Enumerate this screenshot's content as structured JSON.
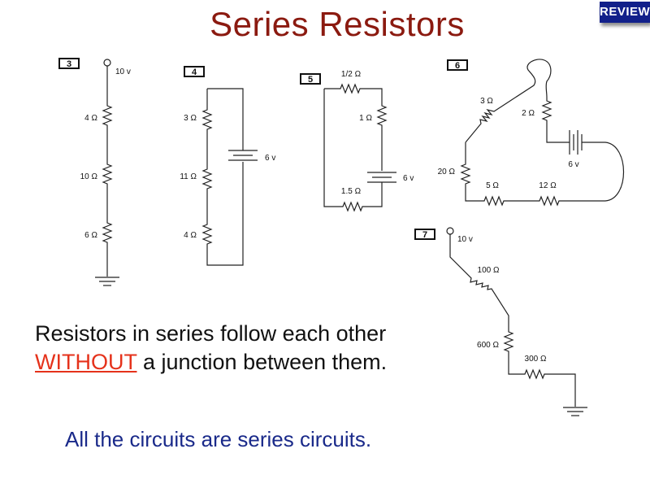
{
  "slide": {
    "title": "Series Resistors",
    "badge": "REVIEW",
    "statement_part1": "Resistors in series follow each other",
    "statement_emphasis": "WITHOUT",
    "statement_part2": " a junction between them.",
    "footer": "All the circuits are series circuits.",
    "colors": {
      "title": "#8b1a10",
      "emphasis": "#e5321b",
      "footer": "#1a2a8a",
      "badge": "#12208a"
    }
  },
  "circuits": {
    "c3": {
      "number": "3",
      "source": "10 v",
      "resistors": [
        "4 Ω",
        "10 Ω",
        "6 Ω"
      ],
      "terminal": "ground"
    },
    "c4": {
      "number": "4",
      "battery": "6 v",
      "resistors": [
        "3 Ω",
        "11 Ω",
        "4 Ω"
      ]
    },
    "c5": {
      "number": "5",
      "battery": "6 v",
      "resistors": [
        "1/2 Ω",
        "1 Ω",
        "1.5 Ω"
      ]
    },
    "c6": {
      "number": "6",
      "battery": "6 v",
      "resistors": [
        "3 Ω",
        "2 Ω",
        "20 Ω",
        "5 Ω",
        "12 Ω"
      ]
    },
    "c7": {
      "number": "7",
      "source": "10 v",
      "resistors": [
        "100 Ω",
        "600 Ω",
        "300 Ω"
      ],
      "terminal": "ground"
    }
  }
}
